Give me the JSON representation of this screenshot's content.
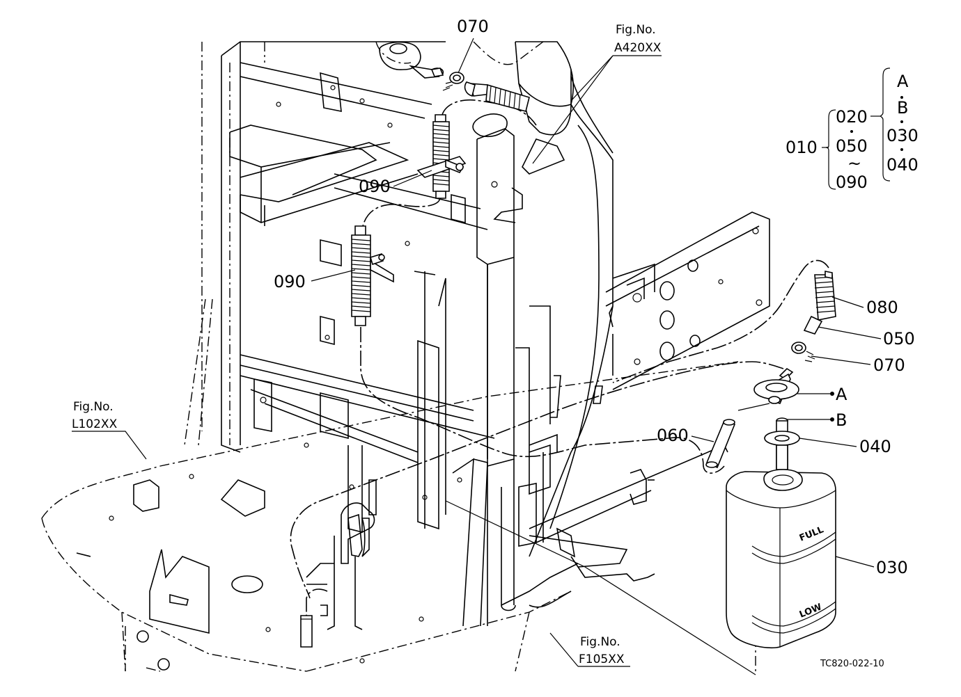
{
  "callouts": {
    "c070_top": "070",
    "c090_upper": "090",
    "c090_lower": "090",
    "c080": "080",
    "c050": "050",
    "c070_right": "070",
    "cA": "A",
    "cB": "B",
    "c060": "060",
    "c040": "040",
    "c030": "030"
  },
  "fig_refs": {
    "a420": {
      "label": "Fig.No.",
      "number": "A420XX"
    },
    "l102": {
      "label": "Fig.No.",
      "number": "L102XX"
    },
    "f105": {
      "label": "Fig.No.",
      "number": "F105XX"
    }
  },
  "legend": {
    "root": "010",
    "g020": "020",
    "g050": "050",
    "tilde": "~",
    "g090": "090",
    "a": "A",
    "b": "B",
    "g030": "030",
    "g040": "040"
  },
  "tank_marks": {
    "full": "FULL",
    "low": "LOW"
  },
  "drawing_code": "TC820-022-10"
}
